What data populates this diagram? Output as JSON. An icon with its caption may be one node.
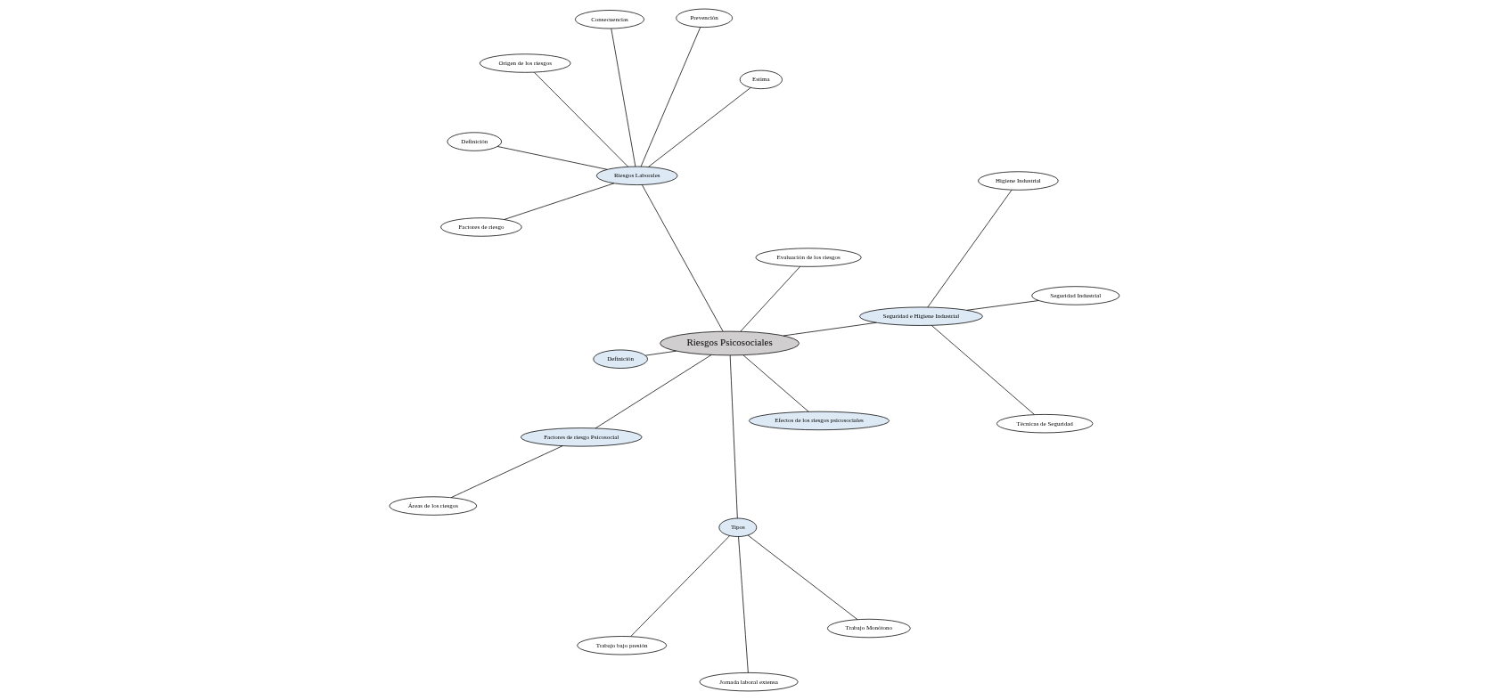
{
  "diagram": {
    "nodes": [
      {
        "text": [
          "Riesgos Psicosociales"
        ]
      },
      {
        "text": [
          "Seguridad e Higiene Industrial"
        ]
      },
      {
        "text": [
          "Técnicas de Seguridad"
        ]
      },
      {
        "text": [
          "Higiene Industrial"
        ]
      },
      {
        "text": [
          "Seguridad Industrial"
        ]
      },
      {
        "text": [
          "Definición"
        ]
      },
      {
        "text": [
          "Tipos"
        ]
      },
      {
        "text": [
          "Trabajo Monótono"
        ]
      },
      {
        "text": [
          "Trabajo bajo presión"
        ]
      },
      {
        "text": [
          "Jornada laboral extensa"
        ]
      },
      {
        "text": [
          "Factores de riesgo Psicosocial"
        ]
      },
      {
        "text": [
          "Áreas de los riesgos"
        ]
      },
      {
        "text": [
          "Efectos de los riesgos psicosociales"
        ]
      },
      {
        "text": [
          "Evaluación de los riesgos"
        ]
      },
      {
        "text": [
          "Riesgos Laborales"
        ]
      },
      {
        "text": [
          "Estima"
        ]
      },
      {
        "text": [
          "Prevención"
        ]
      },
      {
        "text": [
          "Consecuencias"
        ]
      },
      {
        "text": [
          "Factores de riesgo"
        ]
      },
      {
        "text": [
          "Origen de los riesgos"
        ]
      },
      {
        "text": [
          "Definición"
        ]
      }
    ],
    "edges": [
      {
        "from": 0,
        "to": 1,
        "arrow": "none"
      },
      {
        "from": 1,
        "to": 2,
        "arrow": "none"
      },
      {
        "from": 1,
        "to": 3,
        "arrow": "none"
      },
      {
        "from": 1,
        "to": 4,
        "arrow": "none"
      },
      {
        "from": 0,
        "to": 5,
        "arrow": "none"
      },
      {
        "from": 0,
        "to": 6,
        "arrow": "none"
      },
      {
        "from": 6,
        "to": 7,
        "arrow": "none"
      },
      {
        "from": 6,
        "to": 8,
        "arrow": "none"
      },
      {
        "from": 6,
        "to": 9,
        "arrow": "none"
      },
      {
        "from": 0,
        "to": 10,
        "arrow": "none"
      },
      {
        "from": 10,
        "to": 11,
        "arrow": "none"
      },
      {
        "from": 0,
        "to": 12,
        "arrow": "none"
      },
      {
        "from": 0,
        "to": 13,
        "arrow": "none"
      },
      {
        "from": 0,
        "to": 14,
        "arrow": "none"
      },
      {
        "from": 14,
        "to": 15,
        "arrow": "none"
      },
      {
        "from": 14,
        "to": 16,
        "arrow": "none"
      },
      {
        "from": 14,
        "to": 17,
        "arrow": "none"
      },
      {
        "from": 14,
        "to": 18,
        "arrow": "none"
      },
      {
        "from": 14,
        "to": 19,
        "arrow": "none"
      },
      {
        "from": 14,
        "to": 20,
        "arrow": "none"
      }
    ]
  }
}
